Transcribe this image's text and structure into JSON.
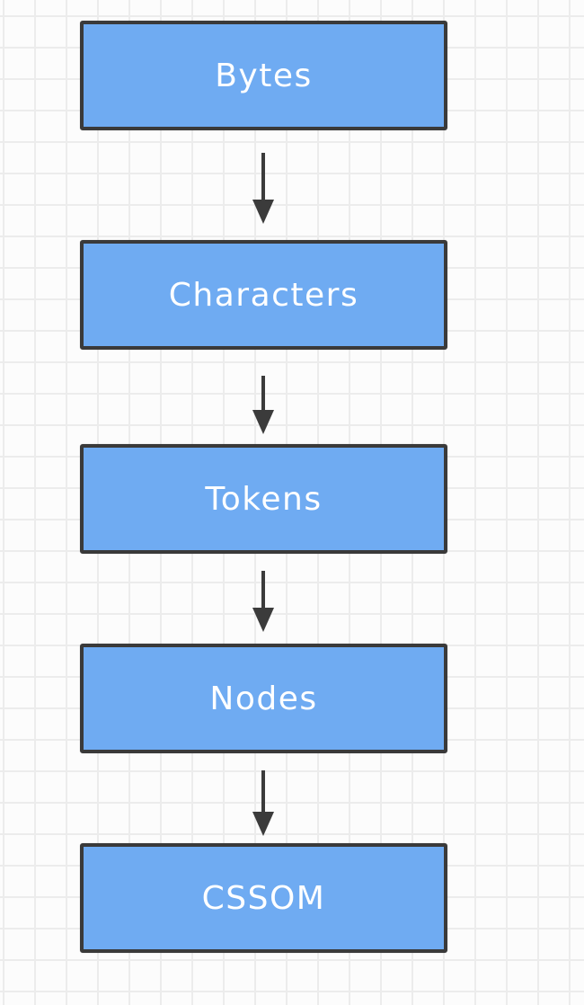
{
  "diagram": {
    "type": "flowchart",
    "orientation": "top-down",
    "nodes": [
      {
        "label": "Bytes"
      },
      {
        "label": "Characters"
      },
      {
        "label": "Tokens"
      },
      {
        "label": "Nodes"
      },
      {
        "label": "CSSOM"
      }
    ],
    "connectors": [
      {
        "from": "Bytes",
        "to": "Characters",
        "style": "arrow-down"
      },
      {
        "from": "Characters",
        "to": "Tokens",
        "style": "arrow-down"
      },
      {
        "from": "Tokens",
        "to": "Nodes",
        "style": "arrow-down"
      },
      {
        "from": "Nodes",
        "to": "CSSOM",
        "style": "arrow-down"
      }
    ],
    "colors": {
      "node_fill": "#6fabf2",
      "node_border": "#3a3a3a",
      "node_text": "#ffffff",
      "arrow": "#3b3b3b",
      "grid_line": "#ececec",
      "background": "#fcfcfc"
    }
  }
}
